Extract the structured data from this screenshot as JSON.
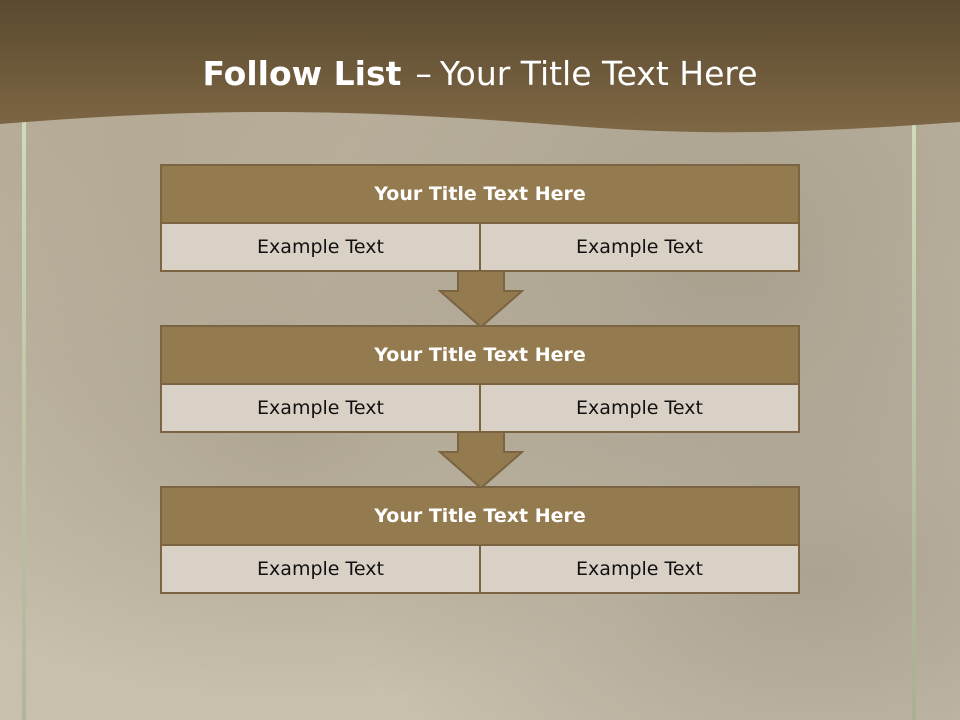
{
  "slide": {
    "title_bold": "Follow List",
    "title_dash": "–",
    "title_rest": "Your Title Text Here"
  },
  "steps": [
    {
      "title": "Your Title Text Here",
      "left": "Example Text",
      "right": "Example Text"
    },
    {
      "title": "Your Title Text Here",
      "left": "Example Text",
      "right": "Example Text"
    },
    {
      "title": "Your Title Text Here",
      "left": "Example Text",
      "right": "Example Text"
    }
  ],
  "colors": {
    "header": "#5e4e32",
    "box_title": "#947a4f",
    "box_border": "#7a6442",
    "cell_bg": "#d9d1c6",
    "arrow": "#947a4f"
  }
}
